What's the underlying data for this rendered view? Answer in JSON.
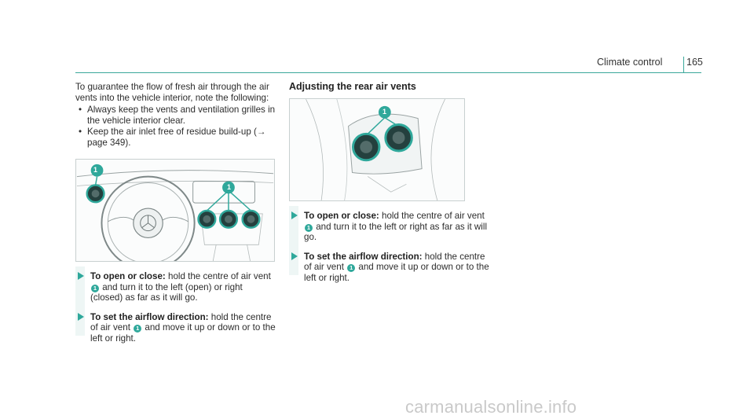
{
  "header": {
    "section": "Climate control",
    "page": "165"
  },
  "left": {
    "intro": "To guarantee the flow of fresh air through the air vents into the vehicle interior, note the following:",
    "bullets": [
      "Always keep the vents and ventilation grilles in the vehicle interior clear.",
      "Keep the air inlet free of residue build-up (→ page 349)."
    ],
    "steps": [
      {
        "lead": "To open or close:",
        "pre": "hold the centre of air vent",
        "badge": "1",
        "post": "and turn it to the left (open) or right (closed) as far as it will go."
      },
      {
        "lead": "To set the airflow direction:",
        "pre": "hold the centre of air vent",
        "badge": "1",
        "post": "and move it up or down or to the left or right."
      }
    ],
    "figure": {
      "callouts": [
        "1",
        "1"
      ]
    }
  },
  "right": {
    "heading": "Adjusting the rear air vents",
    "steps": [
      {
        "lead": "To open or close:",
        "pre": "hold the centre of air vent",
        "badge": "1",
        "post": "and turn it to the left or right as far as it will go."
      },
      {
        "lead": "To set the airflow direction:",
        "pre": "hold the centre of air vent",
        "badge": "1",
        "post": "and move it up or down or to the left or right."
      }
    ],
    "figure": {
      "callouts": [
        "1"
      ]
    }
  },
  "watermark": "carmanualsonline.info",
  "colors": {
    "accent": "#2fa89b",
    "rule": "#3aa89a"
  }
}
